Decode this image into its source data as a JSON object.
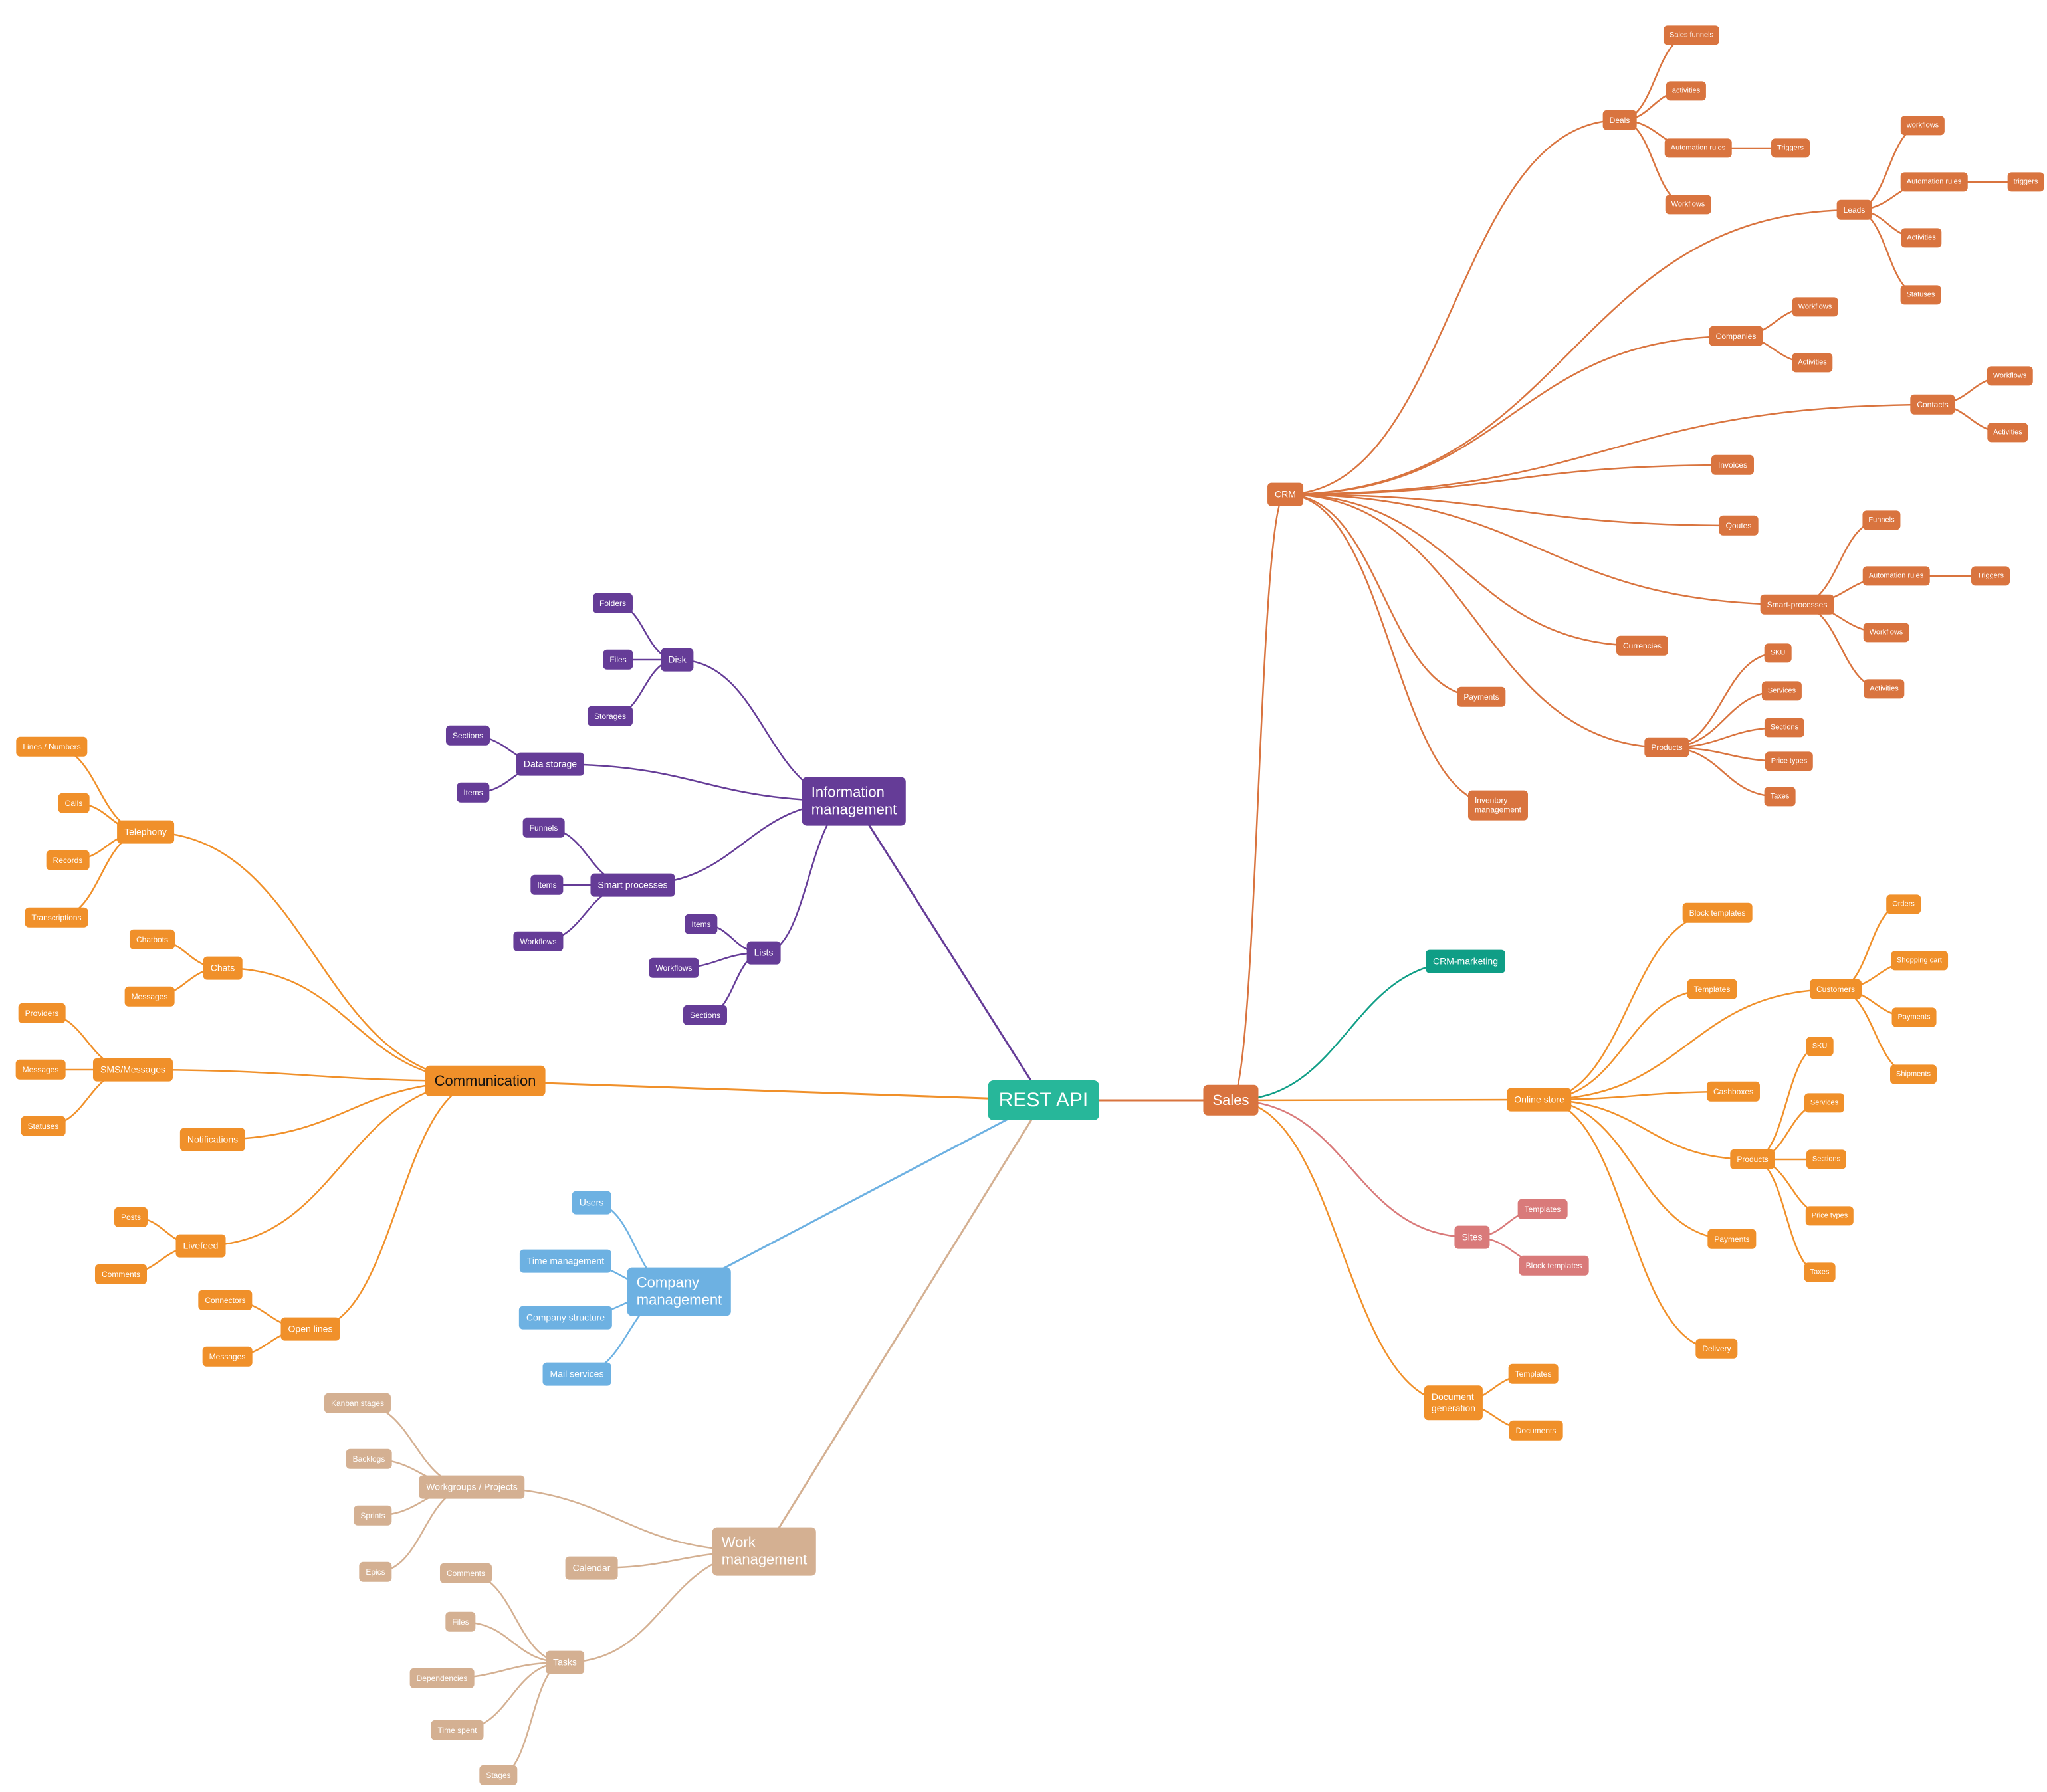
{
  "root": {
    "id": "rest",
    "label": "REST API",
    "color": "#27b79a"
  },
  "branches": [
    {
      "id": "info",
      "label": "Information\nmanagement",
      "color": "#653c97",
      "parent": "rest"
    },
    {
      "id": "comm",
      "label": "Communication",
      "color": "#f0902a",
      "parent": "rest",
      "dark_text": true
    },
    {
      "id": "company",
      "label": "Company\nmanagement",
      "color": "#6db1e2",
      "parent": "rest"
    },
    {
      "id": "work",
      "label": "Work\nmanagement",
      "color": "#d4b092",
      "parent": "rest"
    },
    {
      "id": "sales",
      "label": "Sales",
      "color": "#d9743f",
      "parent": "rest"
    }
  ],
  "nodes": [
    {
      "id": "disk",
      "label": "Disk",
      "parent": "info",
      "color": "#653c97"
    },
    {
      "id": "folders",
      "label": "Folders",
      "parent": "disk",
      "color": "#653c97"
    },
    {
      "id": "files_i",
      "label": "Files",
      "parent": "disk",
      "color": "#653c97"
    },
    {
      "id": "storages",
      "label": "Storages",
      "parent": "disk",
      "color": "#653c97"
    },
    {
      "id": "datastorage",
      "label": "Data storage",
      "parent": "info",
      "color": "#653c97"
    },
    {
      "id": "ds_sections",
      "label": "Sections",
      "parent": "datastorage",
      "color": "#653c97"
    },
    {
      "id": "ds_items",
      "label": "Items",
      "parent": "datastorage",
      "color": "#653c97"
    },
    {
      "id": "smartproc_i",
      "label": "Smart processes",
      "parent": "info",
      "color": "#653c97"
    },
    {
      "id": "sp_funnels",
      "label": "Funnels",
      "parent": "smartproc_i",
      "color": "#653c97"
    },
    {
      "id": "sp_items",
      "label": "Items",
      "parent": "smartproc_i",
      "color": "#653c97"
    },
    {
      "id": "sp_workflows",
      "label": "Workflows",
      "parent": "smartproc_i",
      "color": "#653c97"
    },
    {
      "id": "lists",
      "label": "Lists",
      "parent": "info",
      "color": "#653c97"
    },
    {
      "id": "l_items",
      "label": "Items",
      "parent": "lists",
      "color": "#653c97"
    },
    {
      "id": "l_workflows",
      "label": "Workflows",
      "parent": "lists",
      "color": "#653c97"
    },
    {
      "id": "l_sections",
      "label": "Sections",
      "parent": "lists",
      "color": "#653c97"
    },
    {
      "id": "telephony",
      "label": "Telephony",
      "parent": "comm",
      "color": "#f0902a"
    },
    {
      "id": "t_lines",
      "label": "Lines / Numbers",
      "parent": "telephony",
      "color": "#f0902a"
    },
    {
      "id": "t_calls",
      "label": "Calls",
      "parent": "telephony",
      "color": "#f0902a"
    },
    {
      "id": "t_records",
      "label": "Records",
      "parent": "telephony",
      "color": "#f0902a"
    },
    {
      "id": "t_trans",
      "label": "Transcriptions",
      "parent": "telephony",
      "color": "#f0902a"
    },
    {
      "id": "chats",
      "label": "Chats",
      "parent": "comm",
      "color": "#f0902a"
    },
    {
      "id": "c_chatbots",
      "label": "Chatbots",
      "parent": "chats",
      "color": "#f0902a"
    },
    {
      "id": "c_messages",
      "label": "Messages",
      "parent": "chats",
      "color": "#f0902a"
    },
    {
      "id": "sms",
      "label": "SMS/Messages",
      "parent": "comm",
      "color": "#f0902a"
    },
    {
      "id": "s_providers",
      "label": "Providers",
      "parent": "sms",
      "color": "#f0902a"
    },
    {
      "id": "s_messages",
      "label": "Messages",
      "parent": "sms",
      "color": "#f0902a"
    },
    {
      "id": "s_statuses",
      "label": "Statuses",
      "parent": "sms",
      "color": "#f0902a"
    },
    {
      "id": "notifications",
      "label": "Notifications",
      "parent": "comm",
      "color": "#f0902a"
    },
    {
      "id": "livefeed",
      "label": "Livefeed",
      "parent": "comm",
      "color": "#f0902a"
    },
    {
      "id": "lf_posts",
      "label": "Posts",
      "parent": "livefeed",
      "color": "#f0902a"
    },
    {
      "id": "lf_comments",
      "label": "Comments",
      "parent": "livefeed",
      "color": "#f0902a"
    },
    {
      "id": "openlines",
      "label": "Open lines",
      "parent": "comm",
      "color": "#f0902a"
    },
    {
      "id": "ol_connectors",
      "label": "Connectors",
      "parent": "openlines",
      "color": "#f0902a"
    },
    {
      "id": "ol_messages",
      "label": "Messages",
      "parent": "openlines",
      "color": "#f0902a"
    },
    {
      "id": "cm_users",
      "label": "Users",
      "parent": "company",
      "color": "#6db1e2"
    },
    {
      "id": "cm_time",
      "label": "Time management",
      "parent": "company",
      "color": "#6db1e2"
    },
    {
      "id": "cm_struct",
      "label": "Company structure",
      "parent": "company",
      "color": "#6db1e2"
    },
    {
      "id": "cm_mail",
      "label": "Mail services",
      "parent": "company",
      "color": "#6db1e2"
    },
    {
      "id": "workgroups",
      "label": "Workgroups / Projects",
      "parent": "work",
      "color": "#d4b092"
    },
    {
      "id": "wg_kanban",
      "label": "Kanban stages",
      "parent": "workgroups",
      "color": "#d4b092"
    },
    {
      "id": "wg_backlogs",
      "label": "Backlogs",
      "parent": "workgroups",
      "color": "#d4b092"
    },
    {
      "id": "wg_sprints",
      "label": "Sprints",
      "parent": "workgroups",
      "color": "#d4b092"
    },
    {
      "id": "wg_epics",
      "label": "Epics",
      "parent": "workgroups",
      "color": "#d4b092"
    },
    {
      "id": "calendar",
      "label": "Calendar",
      "parent": "work",
      "color": "#d4b092"
    },
    {
      "id": "tasks",
      "label": "Tasks",
      "parent": "work",
      "color": "#d4b092"
    },
    {
      "id": "tk_comments",
      "label": "Comments",
      "parent": "tasks",
      "color": "#d4b092"
    },
    {
      "id": "tk_files",
      "label": "Files",
      "parent": "tasks",
      "color": "#d4b092"
    },
    {
      "id": "tk_deps",
      "label": "Dependencies",
      "parent": "tasks",
      "color": "#d4b092"
    },
    {
      "id": "tk_time",
      "label": "Time spent",
      "parent": "tasks",
      "color": "#d4b092"
    },
    {
      "id": "tk_stages",
      "label": "Stages",
      "parent": "tasks",
      "color": "#d4b092"
    },
    {
      "id": "crm",
      "label": "CRM",
      "parent": "sales",
      "color": "#d9743f"
    },
    {
      "id": "deals",
      "label": "Deals",
      "parent": "crm",
      "color": "#d9743f"
    },
    {
      "id": "d_funnels",
      "label": "Sales funnels",
      "parent": "deals",
      "color": "#d9743f"
    },
    {
      "id": "d_activities",
      "label": "activities",
      "parent": "deals",
      "color": "#d9743f"
    },
    {
      "id": "d_automation",
      "label": "Automation rules",
      "parent": "deals",
      "color": "#d9743f"
    },
    {
      "id": "d_triggers",
      "label": "Triggers",
      "parent": "d_automation",
      "color": "#d9743f"
    },
    {
      "id": "d_workflows",
      "label": "Workflows",
      "parent": "deals",
      "color": "#d9743f"
    },
    {
      "id": "leads",
      "label": "Leads",
      "parent": "crm",
      "color": "#d9743f"
    },
    {
      "id": "le_workflows",
      "label": "workflows",
      "parent": "leads",
      "color": "#d9743f"
    },
    {
      "id": "le_automation",
      "label": "Automation rules",
      "parent": "leads",
      "color": "#d9743f"
    },
    {
      "id": "le_triggers",
      "label": "triggers",
      "parent": "le_automation",
      "color": "#d9743f"
    },
    {
      "id": "le_activities",
      "label": "Activities",
      "parent": "leads",
      "color": "#d9743f"
    },
    {
      "id": "le_statuses",
      "label": "Statuses",
      "parent": "leads",
      "color": "#d9743f"
    },
    {
      "id": "companies",
      "label": "Companies",
      "parent": "crm",
      "color": "#d9743f"
    },
    {
      "id": "co_workflows",
      "label": "Workflows",
      "parent": "companies",
      "color": "#d9743f"
    },
    {
      "id": "co_activities",
      "label": "Activities",
      "parent": "companies",
      "color": "#d9743f"
    },
    {
      "id": "contacts",
      "label": "Contacts",
      "parent": "crm",
      "color": "#d9743f"
    },
    {
      "id": "ct_workflows",
      "label": "Workflows",
      "parent": "contacts",
      "color": "#d9743f"
    },
    {
      "id": "ct_activities",
      "label": "Activities",
      "parent": "contacts",
      "color": "#d9743f"
    },
    {
      "id": "invoices",
      "label": "Invoices",
      "parent": "crm",
      "color": "#d9743f"
    },
    {
      "id": "qoutes",
      "label": "Qoutes",
      "parent": "crm",
      "color": "#d9743f"
    },
    {
      "id": "smartproc_c",
      "label": "Smart-processes",
      "parent": "crm",
      "color": "#d9743f"
    },
    {
      "id": "sc_funnels",
      "label": "Funnels",
      "parent": "smartproc_c",
      "color": "#d9743f"
    },
    {
      "id": "sc_automation",
      "label": "Automation rules",
      "parent": "smartproc_c",
      "color": "#d9743f"
    },
    {
      "id": "sc_triggers",
      "label": "Triggers",
      "parent": "sc_automation",
      "color": "#d9743f"
    },
    {
      "id": "sc_workflows",
      "label": "Workflows",
      "parent": "smartproc_c",
      "color": "#d9743f"
    },
    {
      "id": "sc_activities",
      "label": "Activities",
      "parent": "smartproc_c",
      "color": "#d9743f"
    },
    {
      "id": "currencies",
      "label": "Currencies",
      "parent": "crm",
      "color": "#d9743f"
    },
    {
      "id": "payments_c",
      "label": "Payments",
      "parent": "crm",
      "color": "#d9743f"
    },
    {
      "id": "products_c",
      "label": "Products",
      "parent": "crm",
      "color": "#d9743f"
    },
    {
      "id": "pc_sku",
      "label": "SKU",
      "parent": "products_c",
      "color": "#d9743f"
    },
    {
      "id": "pc_services",
      "label": "Services",
      "parent": "products_c",
      "color": "#d9743f"
    },
    {
      "id": "pc_sections",
      "label": "Sections",
      "parent": "products_c",
      "color": "#d9743f"
    },
    {
      "id": "pc_pricetypes",
      "label": "Price types",
      "parent": "products_c",
      "color": "#d9743f"
    },
    {
      "id": "pc_taxes",
      "label": "Taxes",
      "parent": "products_c",
      "color": "#d9743f"
    },
    {
      "id": "inventory",
      "label": "Inventory\nmanagement",
      "parent": "crm",
      "color": "#d9743f"
    },
    {
      "id": "crmmarketing",
      "label": "CRM-marketing",
      "parent": "sales",
      "color": "#0f9e86"
    },
    {
      "id": "onlinestore",
      "label": "Online store",
      "parent": "sales",
      "color": "#f0902a"
    },
    {
      "id": "os_blocktpl",
      "label": "Block templates",
      "parent": "onlinestore",
      "color": "#f0902a"
    },
    {
      "id": "os_templates",
      "label": "Templates",
      "parent": "onlinestore",
      "color": "#f0902a"
    },
    {
      "id": "os_customers",
      "label": "Customers",
      "parent": "onlinestore",
      "color": "#f0902a"
    },
    {
      "id": "cu_orders",
      "label": "Orders",
      "parent": "os_customers",
      "color": "#f0902a"
    },
    {
      "id": "cu_cart",
      "label": "Shopping cart",
      "parent": "os_customers",
      "color": "#f0902a"
    },
    {
      "id": "cu_payments",
      "label": "Payments",
      "parent": "os_customers",
      "color": "#f0902a"
    },
    {
      "id": "cu_shipments",
      "label": "Shipments",
      "parent": "os_customers",
      "color": "#f0902a"
    },
    {
      "id": "os_cashboxes",
      "label": "Cashboxes",
      "parent": "onlinestore",
      "color": "#f0902a"
    },
    {
      "id": "os_products",
      "label": "Products",
      "parent": "onlinestore",
      "color": "#f0902a"
    },
    {
      "id": "po_sku",
      "label": "SKU",
      "parent": "os_products",
      "color": "#f0902a"
    },
    {
      "id": "po_services",
      "label": "Services",
      "parent": "os_products",
      "color": "#f0902a"
    },
    {
      "id": "po_sections",
      "label": "Sections",
      "parent": "os_products",
      "color": "#f0902a"
    },
    {
      "id": "po_pricetypes",
      "label": "Price types",
      "parent": "os_products",
      "color": "#f0902a"
    },
    {
      "id": "po_taxes",
      "label": "Taxes",
      "parent": "os_products",
      "color": "#f0902a"
    },
    {
      "id": "os_payments",
      "label": "Payments",
      "parent": "onlinestore",
      "color": "#f0902a"
    },
    {
      "id": "os_delivery",
      "label": "Delivery",
      "parent": "onlinestore",
      "color": "#f0902a"
    },
    {
      "id": "sites",
      "label": "Sites",
      "parent": "sales",
      "color": "#d97a7a"
    },
    {
      "id": "si_templates",
      "label": "Templates",
      "parent": "sites",
      "color": "#d97a7a"
    },
    {
      "id": "si_blocktpl",
      "label": "Block templates",
      "parent": "sites",
      "color": "#d97a7a"
    },
    {
      "id": "docgen",
      "label": "Document\ngeneration",
      "parent": "sales",
      "color": "#f0902a"
    },
    {
      "id": "dg_templates",
      "label": "Templates",
      "parent": "docgen",
      "color": "#f0902a"
    },
    {
      "id": "dg_documents",
      "label": "Documents",
      "parent": "docgen",
      "color": "#f0902a"
    }
  ]
}
